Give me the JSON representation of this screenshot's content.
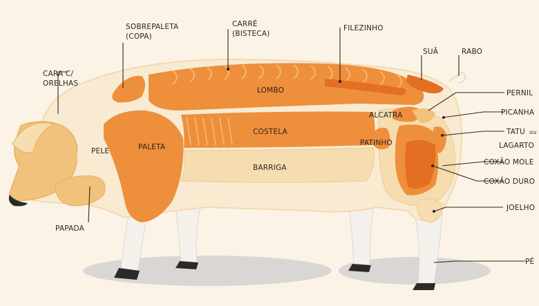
{
  "palette": {
    "background": "#fbf4e6",
    "body_fill": "#f8ebd2",
    "body_outline": "#f3d9b0",
    "cut_orange": "#ee8f3c",
    "cut_dark_orange": "#e36f22",
    "cut_light": "#f1c27c",
    "pale_cut": "#f5ddb0",
    "shadow": "#d9d6d4",
    "hoof": "#2c2a28"
  },
  "labels": {
    "cara_1": "CARA C/",
    "cara_2": "ORELHAS",
    "sobrepaleta_1": "SOBREPALETA",
    "sobrepaleta_2": "(COPA)",
    "carre_1": "CARRÉ",
    "carre_2": "(BISTECA)",
    "filezinho": "FILEZINHO",
    "sua": "SUÃ",
    "rabo": "RABO",
    "lombo": "LOMBO",
    "pernil": "PERNIL",
    "alcatra": "ALCATRA",
    "picanha": "PICANHA",
    "tatu": "TATU",
    "tatu_ou": "ou",
    "lagarto": "LAGARTO",
    "pele": "PELE",
    "paleta": "PALETA",
    "costela": "COSTELA",
    "patinho": "PATINHO",
    "coxao_mole": "COXÃO MOLE",
    "coxao_duro": "COXÃO DURO",
    "barriga": "BARRIGA",
    "joelho": "JOELHO",
    "papada": "PAPADA",
    "pe": "PÉ"
  }
}
